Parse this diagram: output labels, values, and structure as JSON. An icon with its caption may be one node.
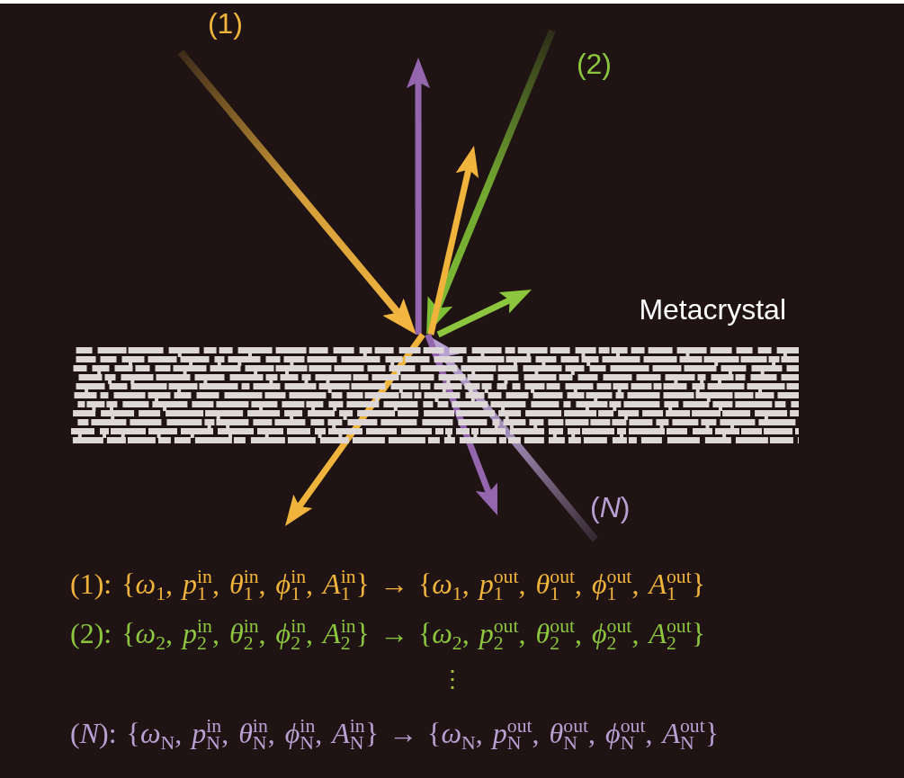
{
  "diagram": {
    "nodes": [
      {
        "text": [
          "(1)"
        ]
      },
      {
        "text": [
          "(2)"
        ]
      },
      {
        "text": [
          "(*N*)"
        ]
      },
      {
        "text": [],
        "shape": "box",
        "beside": [
          "Metacrystal"
        ]
      }
    ],
    "edges": [
      {
        "from": 0,
        "to": 3,
        "arrow": "to",
        "color": "#f2b640"
      },
      {
        "from": 1,
        "to": 3,
        "arrow": "to",
        "color": "#7fbf35"
      },
      {
        "from": 2,
        "to": 3,
        "arrow": "to",
        "color": "#b7a0d2"
      },
      {
        "from": 3,
        "to": null,
        "arrow": "to",
        "color": "#f0b43c"
      },
      {
        "from": 3,
        "to": null,
        "arrow": "to",
        "color": "#8cc63f"
      },
      {
        "from": 3,
        "to": null,
        "arrow": "to",
        "color": "#9466ad"
      },
      {
        "from": 3,
        "to": null,
        "arrow": "to",
        "color": "#f0b43c"
      },
      {
        "from": 3,
        "to": null,
        "arrow": "to",
        "color": "#9466ad"
      }
    ],
    "labels": [
      "(1): {*ω*$_{1}$, *p*$_{1}$$^{in}$, *θ*$_{1}$$^{in}$, *ϕ*$_{1}$$^{in}$, *A*$_{1}$$^{in}$} → {*ω*$_{1}$, *p*$_{1}$$^{out}$, *θ*$_{1}$$^{out}$, *ϕ*$_{1}$$^{out}$, *A*$_{1}$$^{out}$}",
      "(2): {*ω*$_{2}$, *p*$_{2}$$^{in}$, *θ*$_{2}$$^{in}$, *ϕ*$_{2}$$^{in}$, *A*$_{2}$$^{in}$} → {*ω*$_{2}$, *p*$_{2}$$^{out}$, *θ*$_{2}$$^{out}$, *ϕ*$_{2}$$^{out}$, *A*$_{2}$$^{out}$}",
      "⋮",
      "(*N*): {*ω*$_{N}$, *p*$_{N}$$^{in}$, *θ*$_{N}$$^{in}$, *ϕ*$_{N}$$^{in}$, *A*$_{N}$$^{in}$} → {*ω*$_{N}$, *p*$_{N}$$^{out}$, *θ*$_{N}$$^{out}$, *ϕ*$_{N}$$^{out}$, *A*$_{N}$$^{out}$}"
    ]
  }
}
